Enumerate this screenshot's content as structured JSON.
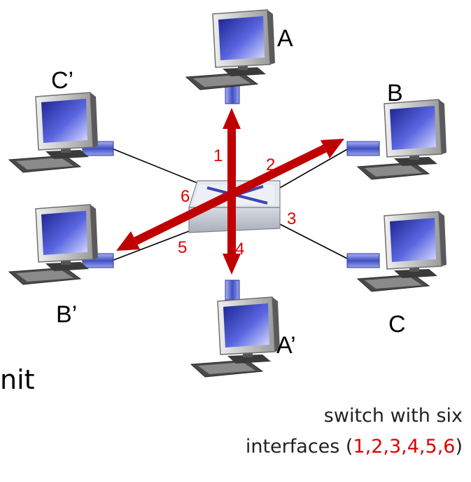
{
  "hosts": [
    {
      "id": "A",
      "label": "A"
    },
    {
      "id": "B",
      "label": "B"
    },
    {
      "id": "C",
      "label": "C"
    },
    {
      "id": "A_prime",
      "label": "A’"
    },
    {
      "id": "B_prime",
      "label": "B’"
    },
    {
      "id": "C_prime",
      "label": "C’"
    }
  ],
  "ports": [
    "1",
    "2",
    "3",
    "4",
    "5",
    "6"
  ],
  "partial_word": "nit",
  "caption": {
    "line1": "switch with six",
    "line2_prefix": "interfaces (",
    "line2_ports": "1,2,3,4,5,6",
    "line2_suffix": ")"
  },
  "colors": {
    "arrow": "#c00000",
    "port_label": "#e00000",
    "link": "#000000",
    "switch_top": "#dfe3ec",
    "switch_side": "#bcc2cc",
    "monitor_screen": "#3c46c8",
    "connector": "#5566c8"
  },
  "icons": [
    "desktop-computer-icon",
    "ethernet-switch-icon",
    "ethernet-connector-icon"
  ]
}
